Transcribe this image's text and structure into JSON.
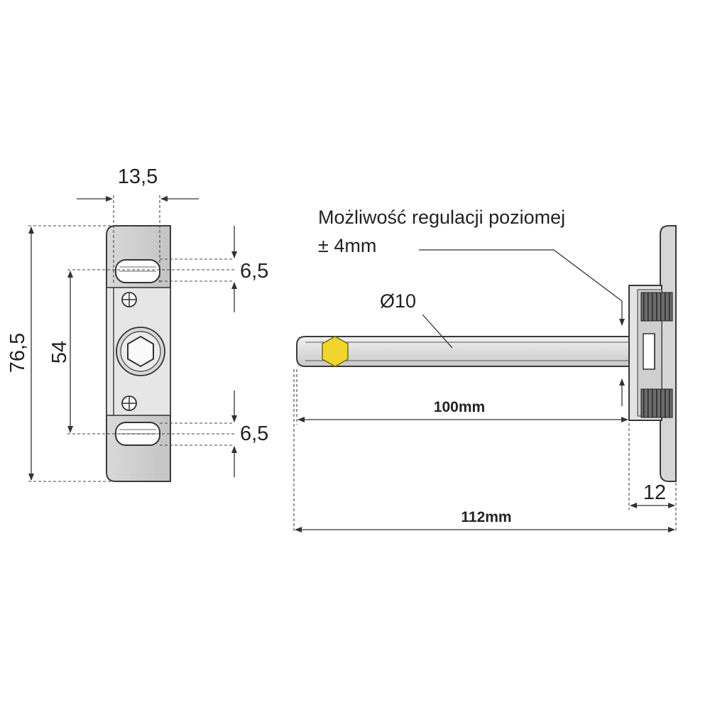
{
  "front_view": {
    "width_label": "13,5",
    "height_label": "76,5",
    "hole_spacing_label": "54",
    "slot_top_label": "6,5",
    "slot_bottom_label": "6,5"
  },
  "side_view": {
    "annotation_line1": "Możliwość regulacji poziomej",
    "annotation_line2": "± 4mm",
    "diameter_label": "Ø10",
    "pin_length_label": "100mm",
    "total_length_label": "112mm",
    "plate_thickness_label": "12"
  },
  "colors": {
    "metal": "#e3e3e3",
    "metal_dark": "#bdbdbd",
    "hex_yellow": "#f2d52c",
    "line": "#333333"
  }
}
